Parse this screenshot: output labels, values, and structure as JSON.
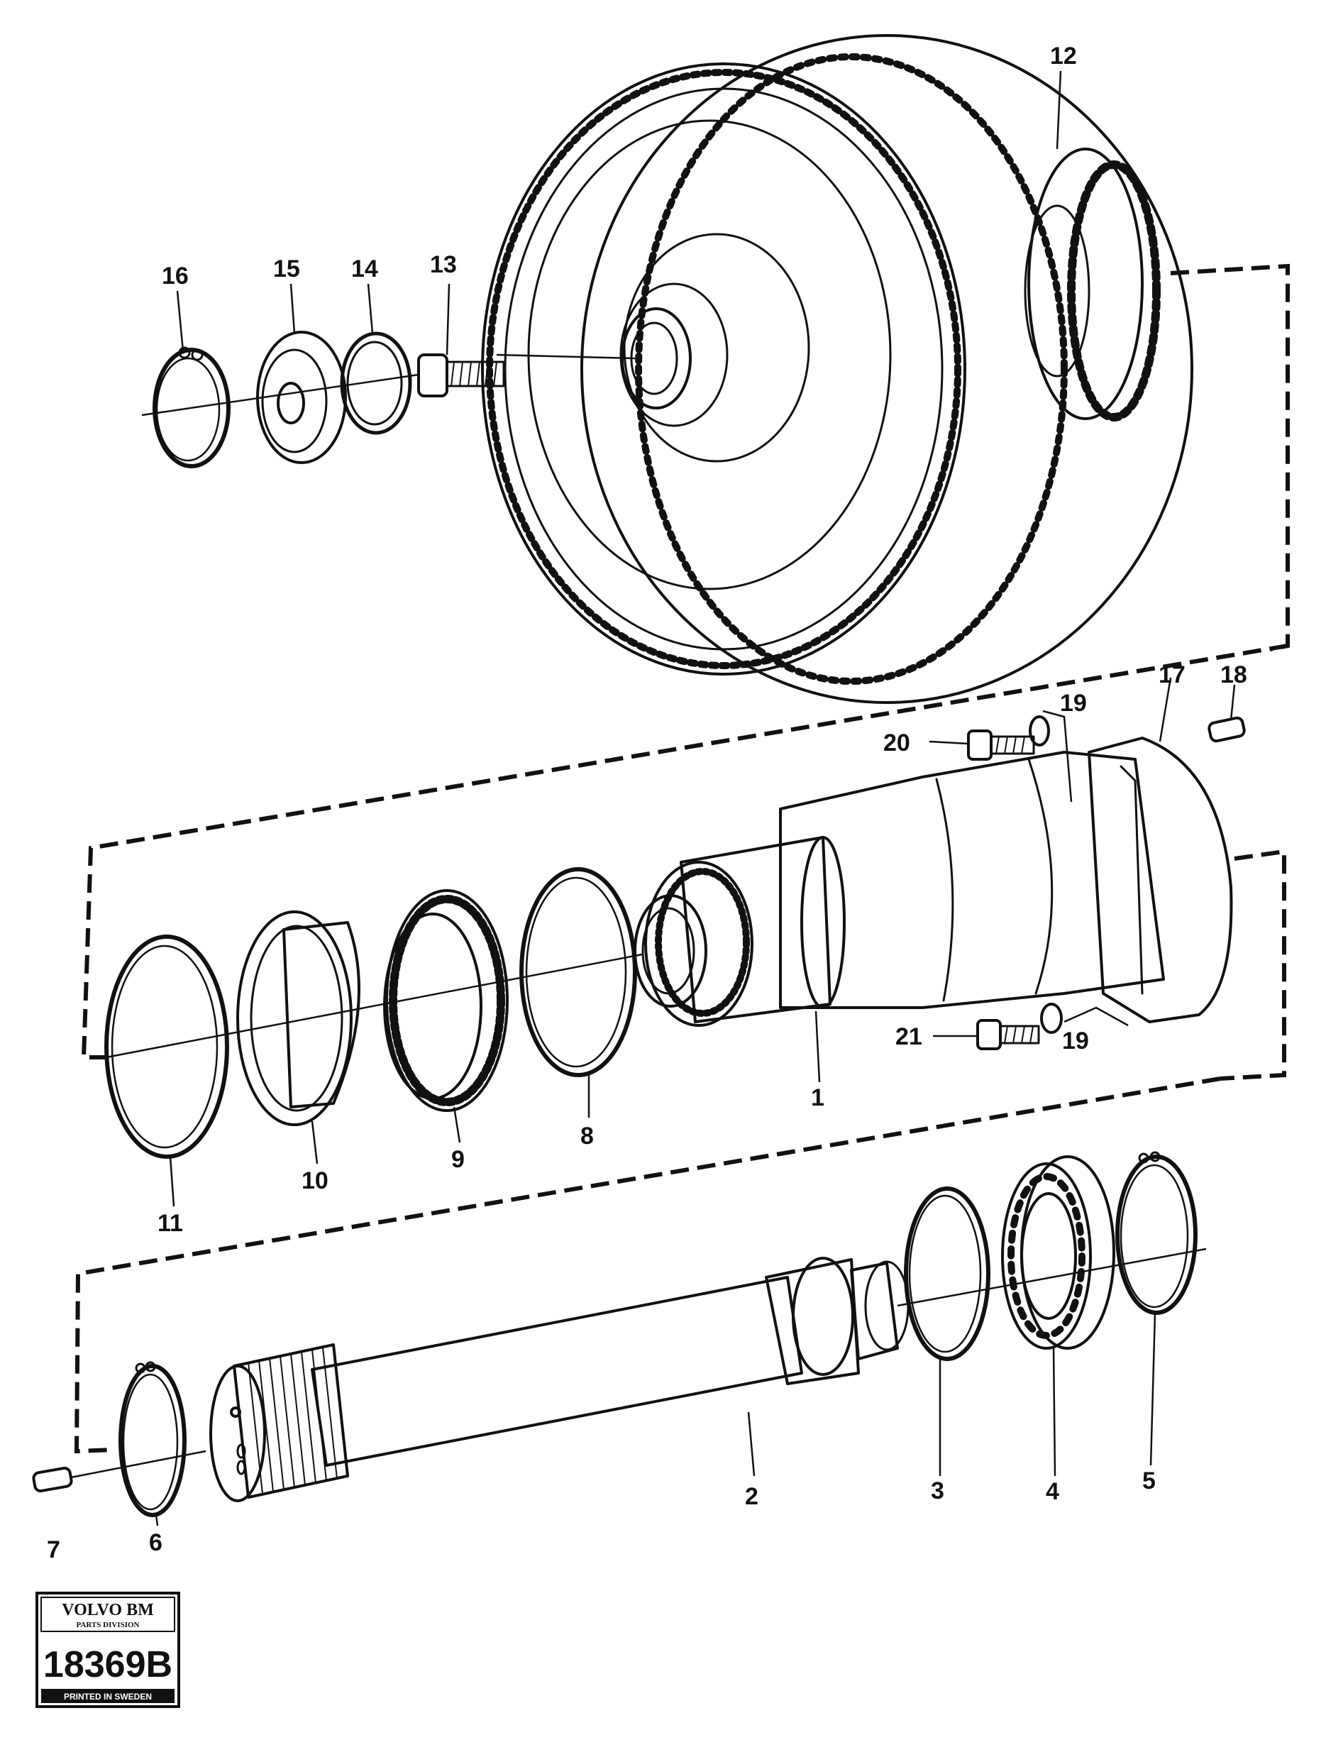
{
  "callouts": {
    "c1": "1",
    "c2": "2",
    "c3": "3",
    "c4": "4",
    "c5": "5",
    "c6": "6",
    "c7": "7",
    "c8": "8",
    "c9": "9",
    "c10": "10",
    "c11": "11",
    "c12": "12",
    "c13": "13",
    "c14": "14",
    "c15": "15",
    "c16": "16",
    "c17": "17",
    "c18": "18",
    "c19a": "19",
    "c19b": "19",
    "c20": "20",
    "c21": "21"
  },
  "stamp": {
    "brand": "VOLVO BM",
    "division": "PARTS DIVISION",
    "number": "18369B",
    "footer": "PRINTED IN SWEDEN"
  }
}
